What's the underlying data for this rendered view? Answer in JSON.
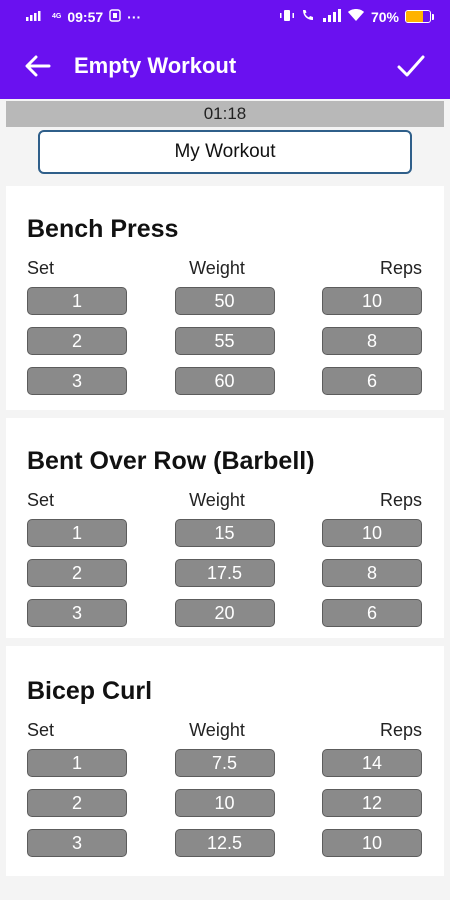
{
  "status_bar": {
    "time": "09:57",
    "signal_text": "4G",
    "battery_percent_label": "70%",
    "battery_level": 0.7,
    "battery_fill_color": "#ffb300"
  },
  "app_bar": {
    "title": "Empty Workout",
    "background_color": "#6a11f0",
    "back_icon": "arrow-left-icon",
    "confirm_icon": "check-icon"
  },
  "timer": {
    "elapsed": "01:18"
  },
  "workout_name": {
    "value": "My Workout"
  },
  "column_labels": {
    "set": "Set",
    "weight": "Weight",
    "reps": "Reps"
  },
  "exercises": [
    {
      "name": "Bench Press",
      "sets": [
        {
          "set": "1",
          "weight": "50",
          "reps": "10"
        },
        {
          "set": "2",
          "weight": "55",
          "reps": "8"
        },
        {
          "set": "3",
          "weight": "60",
          "reps": "6"
        }
      ]
    },
    {
      "name": "Bent Over Row (Barbell)",
      "sets": [
        {
          "set": "1",
          "weight": "15",
          "reps": "10"
        },
        {
          "set": "2",
          "weight": "17.5",
          "reps": "8"
        },
        {
          "set": "3",
          "weight": "20",
          "reps": "6"
        }
      ]
    },
    {
      "name": "Bicep Curl",
      "sets": [
        {
          "set": "1",
          "weight": "7.5",
          "reps": "14"
        },
        {
          "set": "2",
          "weight": "10",
          "reps": "12"
        },
        {
          "set": "3",
          "weight": "12.5",
          "reps": "10"
        }
      ]
    }
  ]
}
